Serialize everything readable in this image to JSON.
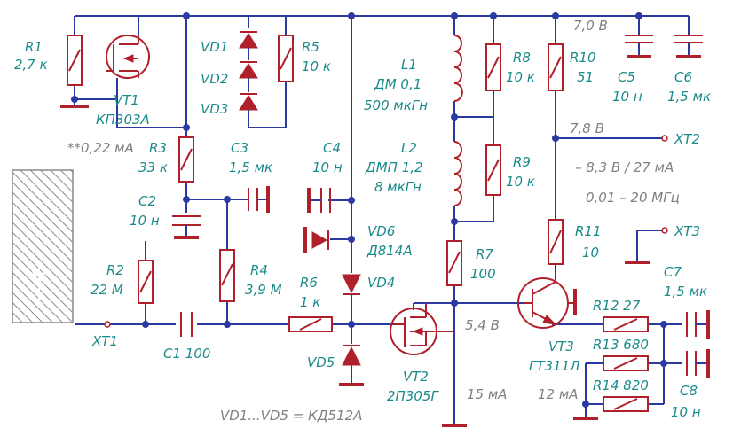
{
  "labels": {
    "r1_name": "R1",
    "r1_val": "2,7 к",
    "vt1_name": "VT1",
    "vt1_type": "КП303А",
    "vt1_note": "**0,22 мА",
    "r3_name": "R3",
    "r3_val": "33 к",
    "vd1": "VD1",
    "vd2": "VD2",
    "vd3": "VD3",
    "r5_name": "R5",
    "r5_val": "10 к",
    "c3_name": "C3",
    "c3_val": "1,5 мк",
    "c2_name": "C2",
    "c2_val": "10 н",
    "c4_name": "C4",
    "c4_val": "10 н",
    "vd6": "VD6",
    "vd6_type": "Д814А",
    "vd4": "VD4",
    "vd5": "VD5",
    "r2_name": "R2",
    "r2_val": "22 М",
    "r4_name": "R4",
    "r4_val": "3,9 М",
    "r6_name": "R6",
    "r6_val": "1 к",
    "xt1": "XT1",
    "c1": "C1 100",
    "l1_name": "L1",
    "l1_type": "ДМ 0,1",
    "l1_val": "500 мкГн",
    "l2_name": "L2",
    "l2_type": "ДМП 1,2",
    "l2_val": "8 мкГн",
    "r8_name": "R8",
    "r8_val": "10 к",
    "r9_name": "R9",
    "r9_val": "10 к",
    "r10_name": "R10",
    "r10_val": "51",
    "r7_name": "R7",
    "r7_val": "100",
    "vt2_name": "VT2",
    "vt2_type": "2П305Г",
    "v_54": "5,4 В",
    "i_15": "15 мА",
    "v_70": "7,0 В",
    "v_78": "7,8 В",
    "c5_name": "C5",
    "c5_val": "10 н",
    "c6_name": "C6",
    "c6_val": "1,5 мк",
    "xt2": "XT2",
    "xt3": "XT3",
    "out_params": "– 8,3 В / 27 мА",
    "freq_range": "0,01 – 20 МГц",
    "r11_name": "R11",
    "r11_val": "10",
    "vt3_name": "VT3",
    "vt3_type": "ГТ311Л",
    "r12": "R12  27",
    "r13": "R13  680",
    "r14": "R14  820",
    "c7_name": "C7",
    "c7_val": "1,5 мк",
    "c8_name": "C8",
    "c8_val": "10 н",
    "i_12": "12 мА",
    "footnote": "VD1...VD5 = КД512А"
  }
}
